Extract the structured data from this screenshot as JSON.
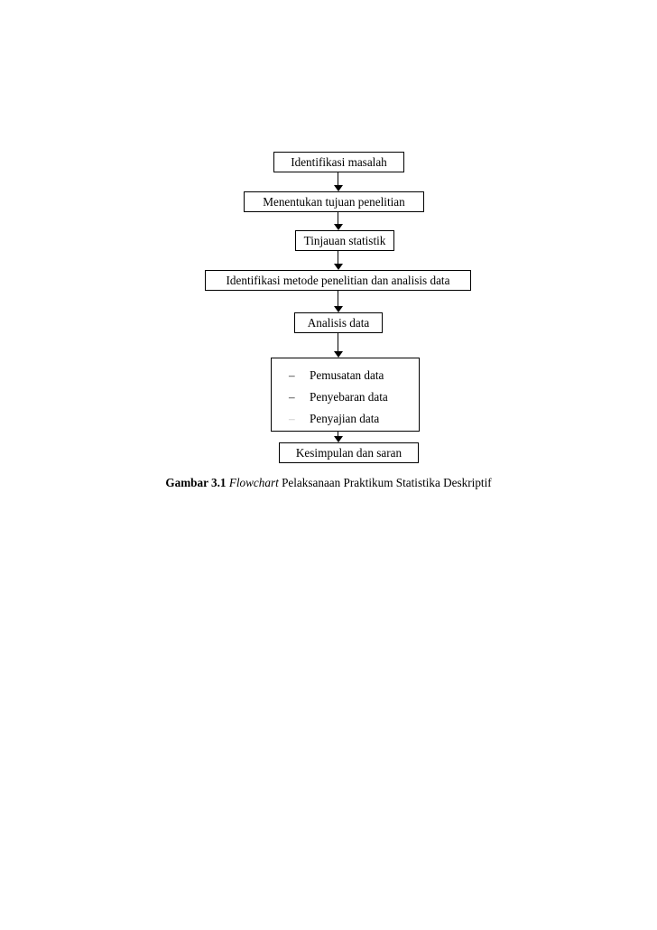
{
  "page": {
    "background_color": "#ffffff",
    "text_color": "#000000",
    "line_color": "#000000"
  },
  "flowchart": {
    "title": "Flowchart Pelaksanaan Praktikum Statistika Deskriptif",
    "orientation": "vertical-top-to-bottom",
    "nodes": [
      {
        "id": "n1",
        "label": "Identifikasi masalah",
        "shape": "rectangle"
      },
      {
        "id": "n2",
        "label": "Menentukan tujuan penelitian",
        "shape": "rectangle"
      },
      {
        "id": "n3",
        "label": "Tinjauan statistik",
        "shape": "rectangle"
      },
      {
        "id": "n4",
        "label": "Identifikasi metode penelitian dan analisis data",
        "shape": "rectangle"
      },
      {
        "id": "n5",
        "label": "Analisis data",
        "shape": "rectangle"
      },
      {
        "id": "n6",
        "label": "",
        "shape": "rectangle-list"
      },
      {
        "id": "n7",
        "label": "Kesimpulan dan saran",
        "shape": "rectangle"
      }
    ],
    "list_box": {
      "bullet_glyph": "–",
      "items": [
        {
          "label": "Pemusatan data",
          "dash_color": "#1a1a1a"
        },
        {
          "label": "Penyebaran data",
          "dash_color": "#1a1a1a"
        },
        {
          "label": "Penyajian data",
          "dash_color": "#bfbfbf"
        }
      ]
    },
    "connectors": [
      {
        "from": "n1",
        "to": "n2",
        "style": "arrow-down"
      },
      {
        "from": "n2",
        "to": "n3",
        "style": "arrow-down"
      },
      {
        "from": "n3",
        "to": "n4",
        "style": "arrow-down"
      },
      {
        "from": "n4",
        "to": "n5",
        "style": "arrow-down"
      },
      {
        "from": "n5",
        "to": "n6",
        "style": "arrow-down"
      },
      {
        "from": "n6",
        "to": "n7",
        "style": "arrow-down"
      }
    ]
  },
  "caption": {
    "figure_label": "Gambar 3.1",
    "emphasis_word": "Flowchart",
    "rest": "Pelaksanaan Praktikum Statistika Deskriptif"
  }
}
